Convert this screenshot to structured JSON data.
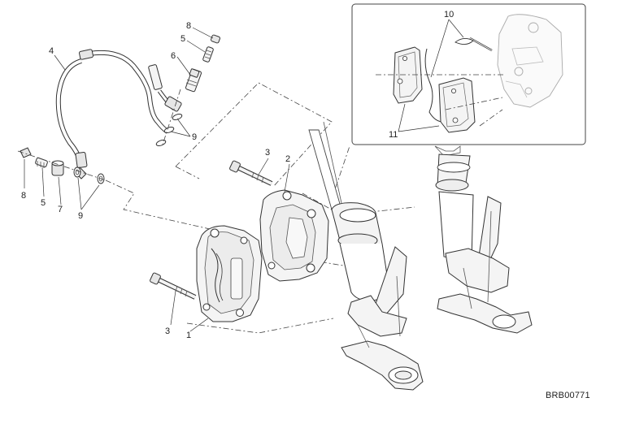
{
  "diagram": {
    "code": "BRB00771",
    "callouts": {
      "c1": "1",
      "c2": "2",
      "c3a": "3",
      "c3b": "3",
      "c4": "4",
      "c5a": "5",
      "c5b": "5",
      "c6": "6",
      "c7": "7",
      "c8a": "8",
      "c8b": "8",
      "c9a": "9",
      "c9b": "9",
      "c10": "10",
      "c11": "11"
    }
  }
}
